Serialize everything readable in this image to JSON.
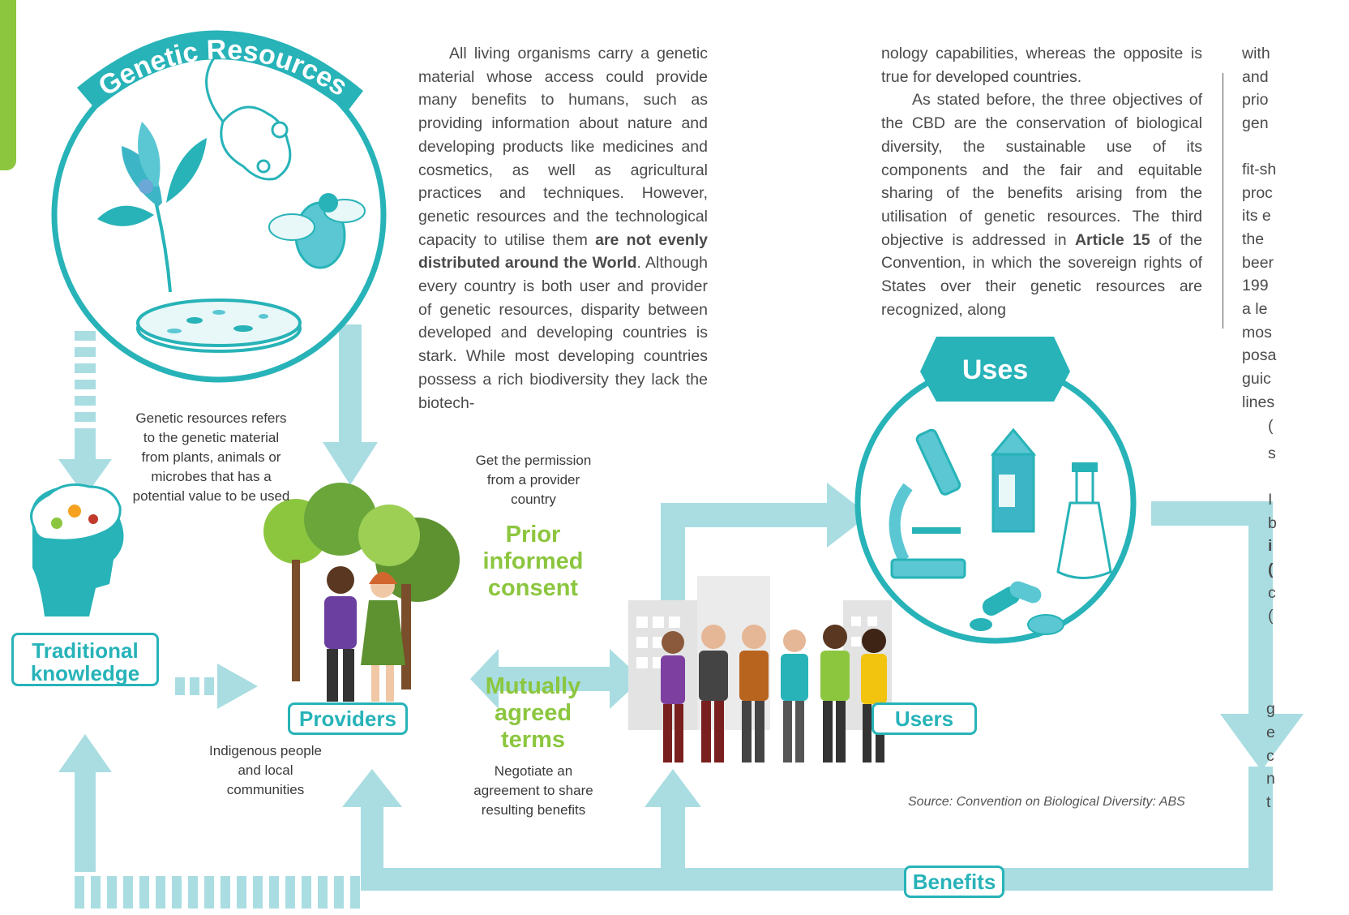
{
  "diagram": {
    "title_genetic_resources": "Genetic Resources",
    "title_uses": "Uses",
    "tag_traditional_knowledge_line1": "Traditional",
    "tag_traditional_knowledge_line2": "knowledge",
    "tag_providers": "Providers",
    "tag_users": "Users",
    "tag_benefits": "Benefits",
    "caption_genetic_resources": "Genetic resources refers to the genetic material from plants, animals or microbes that has a potential value to be used",
    "caption_permission": "Get the permission from a provider country",
    "prior_informed_consent_line1": "Prior",
    "prior_informed_consent_line2": "informed",
    "prior_informed_consent_line3": "consent",
    "mutually_agreed_terms_line1": "Mutually",
    "mutually_agreed_terms_line2": "agreed",
    "mutually_agreed_terms_line3": "terms",
    "caption_negotiate": "Negotiate an agreement to share resulting benefits",
    "caption_indigenous": "Indigenous people and local communities",
    "source": "Source: Convention on Biological Diversity: ABS",
    "colors": {
      "teal": "#27b3b8",
      "light_teal": "#a9dde2",
      "green": "#8cc63f"
    }
  },
  "article": {
    "col1_part1": "All living organisms carry a genetic material whose access could provide many benefits to humans, such as providing information about nature and developing products like medicines and cosmetics, as well as agricultural practices and techniques. However, genetic resources and the technological capacity to utilise them ",
    "col1_bold": "are not evenly distributed around the World",
    "col1_part2": ". Although every country is both user and provider of genetic resources, disparity between developed and developing countries is stark. While most developing countries possess a rich biodiversity they lack the biotech-",
    "col2_p1": "nology capabilities, whereas the opposite is true for developed countries.",
    "col2_p2_part1": "As stated before, the three objectives of the CBD are the conservation of biological diversity, the sustainable use of its components and the fair and equitable sharing of the benefits arising from the utilisation of genetic resources. The third objective is addressed in ",
    "col2_p2_bold": "Article 15",
    "col2_p2_part2": " of the Convention, in which the sovereign rights of States over their genetic resources are recognized, along",
    "col3_fragments": [
      "with",
      "and",
      "prio",
      "gen",
      "fit-sh",
      "proc",
      "its e",
      "the",
      "beer",
      "199",
      "a le",
      "mos",
      "posa",
      "guic",
      "lines",
      "(",
      "s",
      "I",
      "b",
      "i",
      "(",
      "c",
      "(",
      "g",
      "e",
      "c",
      "n",
      "t"
    ]
  }
}
